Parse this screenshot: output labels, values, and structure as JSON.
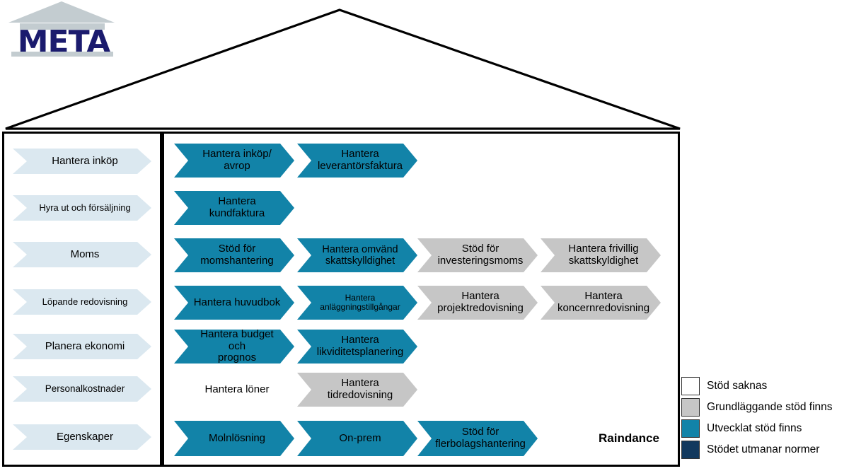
{
  "logo": {
    "text": "META"
  },
  "brand_label": "Raindance",
  "colors": {
    "no_support": "#ffffff",
    "basic_support": "#c6c6c6",
    "developed_support": "#1283a8",
    "challenges_norms": "#12395e",
    "sidebar_chevron": "#dbe8f0",
    "outline": "#000000"
  },
  "sidebar": {
    "items": [
      {
        "label": "Hantera inköp",
        "fontsize": 15
      },
      {
        "label": "Hyra ut och försäljning",
        "fontsize": 13
      },
      {
        "label": "Moms",
        "fontsize": 15
      },
      {
        "label": "Löpande redovisning",
        "fontsize": 13
      },
      {
        "label": "Planera ekonomi",
        "fontsize": 15
      },
      {
        "label": "Personalkostnader",
        "fontsize": 13.5
      },
      {
        "label": "Egenskaper",
        "fontsize": 15
      }
    ]
  },
  "matrix": {
    "rows": [
      {
        "cells": [
          {
            "label": "Hantera inköp/\navrop",
            "status": "developed_support",
            "fontsize": 15
          },
          {
            "label": "Hantera\nleverantörsfaktura",
            "status": "developed_support",
            "fontsize": 15
          }
        ]
      },
      {
        "cells": [
          {
            "label": "Hantera\nkundfaktura",
            "status": "developed_support",
            "fontsize": 15
          }
        ]
      },
      {
        "cells": [
          {
            "label": "Stöd för\nmomshantering",
            "status": "developed_support",
            "fontsize": 15
          },
          {
            "label": "Hantera omvänd\nskattskylldighet",
            "status": "developed_support",
            "fontsize": 14.5
          },
          {
            "label": "Stöd för\ninvesteringsmoms",
            "status": "basic_support",
            "fontsize": 15
          },
          {
            "label": "Hantera frivillig\nskattskyldighet",
            "status": "basic_support",
            "fontsize": 15
          }
        ]
      },
      {
        "cells": [
          {
            "label": "Hantera huvudbok",
            "status": "developed_support",
            "fontsize": 15
          },
          {
            "label": "Hantera\nanläggningstillgångar",
            "status": "developed_support",
            "fontsize": 12
          },
          {
            "label": "Hantera\nprojektredovisning",
            "status": "basic_support",
            "fontsize": 15
          },
          {
            "label": "Hantera\nkoncernredovisning",
            "status": "basic_support",
            "fontsize": 15
          }
        ]
      },
      {
        "cells": [
          {
            "label": "Hantera budget och\nprognos",
            "status": "developed_support",
            "fontsize": 15
          },
          {
            "label": "Hantera\nlikviditetsplanering",
            "status": "developed_support",
            "fontsize": 15
          }
        ]
      },
      {
        "cells": [
          {
            "label": "Hantera löner",
            "status": "no_support",
            "fontsize": 15
          },
          {
            "label": "Hantera\ntidredovisning",
            "status": "basic_support",
            "fontsize": 15
          }
        ]
      },
      {
        "cells": [
          {
            "label": "Molnlösning",
            "status": "developed_support",
            "fontsize": 15
          },
          {
            "label": "On-prem",
            "status": "developed_support",
            "fontsize": 15
          },
          {
            "label": "Stöd för\nflerbolagshantering",
            "status": "developed_support",
            "fontsize": 15
          }
        ]
      }
    ]
  },
  "legend": {
    "items": [
      {
        "label": "Stöd saknas",
        "color": "#ffffff"
      },
      {
        "label": "Grundläggande stöd finns",
        "color": "#c6c6c6"
      },
      {
        "label": "Utvecklat stöd finns",
        "color": "#1283a8"
      },
      {
        "label": "Stödet utmanar normer",
        "color": "#12395e"
      }
    ]
  }
}
